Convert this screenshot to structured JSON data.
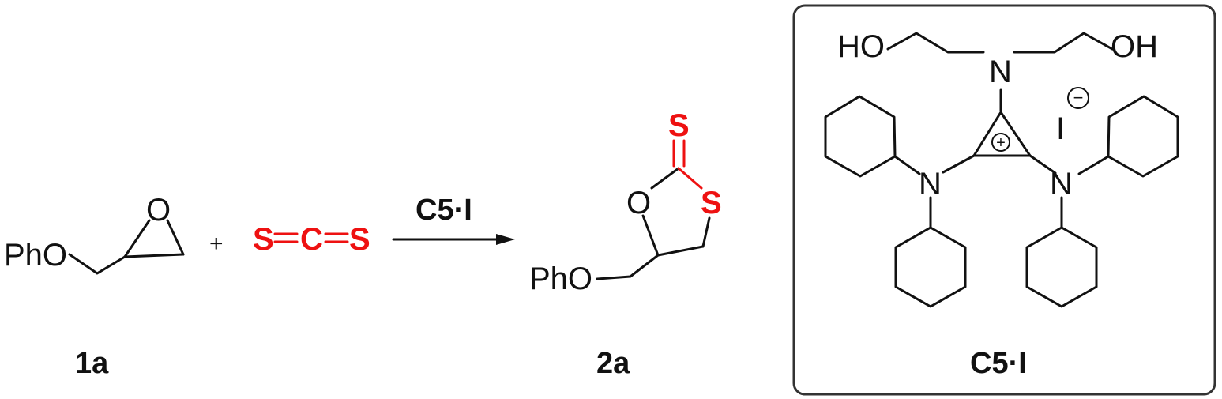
{
  "reactant_1": {
    "group": "PhO",
    "ring_atom": "O",
    "label": "1a"
  },
  "plus_sign": "+",
  "reactant_2": {
    "atom_left": "S",
    "atom_center": "C",
    "atom_right": "S"
  },
  "arrow": {
    "catalyst": "C5·I"
  },
  "product": {
    "group": "PhO",
    "ring_o": "O",
    "ring_s": "S",
    "thione_s": "S",
    "label": "2a"
  },
  "catalyst_box": {
    "oh_left": "HO",
    "oh_right": "OH",
    "n_top": "N",
    "n_left": "N",
    "n_right": "N",
    "plus_charge": "+",
    "counterion": "I",
    "minus_charge": "−",
    "label": "C5·I"
  },
  "colors": {
    "highlight": "#ee1111",
    "ink": "#111111",
    "box_border": "#333333"
  }
}
